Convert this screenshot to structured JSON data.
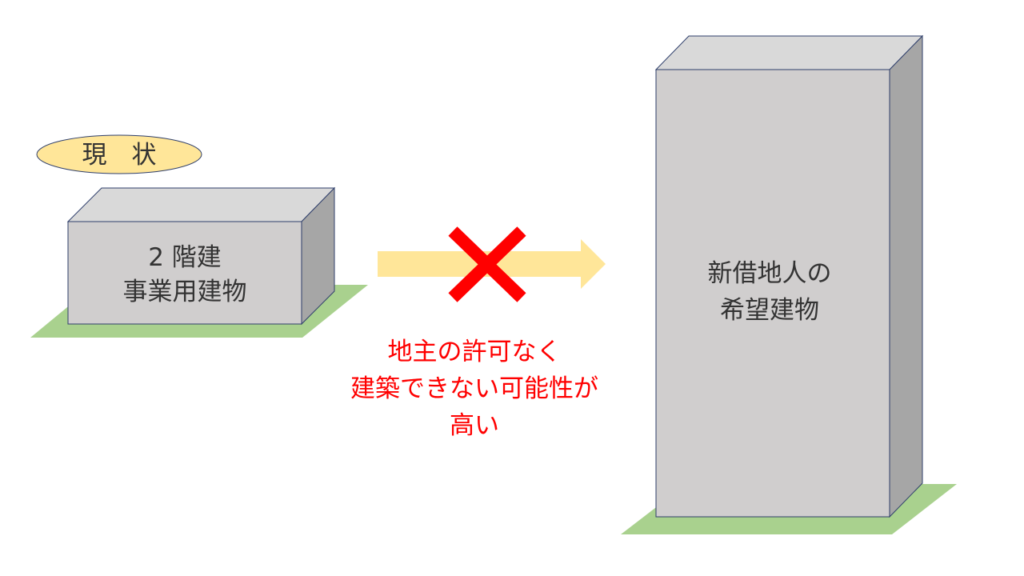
{
  "diagram": {
    "status_label": "現　状",
    "current_building": {
      "line1": "2 階建",
      "line2": "事業用建物"
    },
    "desired_building": {
      "line1": "新借地人の",
      "line2": "希望建物"
    },
    "warning": {
      "line1": "地主の許可なく",
      "line2": "建築できない可能性が",
      "line3": "高い"
    },
    "colors": {
      "ground": "#a9d18e",
      "box_front": "#d0cece",
      "box_top": "#d9d9d9",
      "box_side": "#a6a6a6",
      "box_outline": "#2f3f6b",
      "ellipse_fill": "#ffe699",
      "arrow_fill": "#ffe699",
      "cross": "#ff0000",
      "warning_text": "#ff0000",
      "text": "#333333"
    }
  }
}
